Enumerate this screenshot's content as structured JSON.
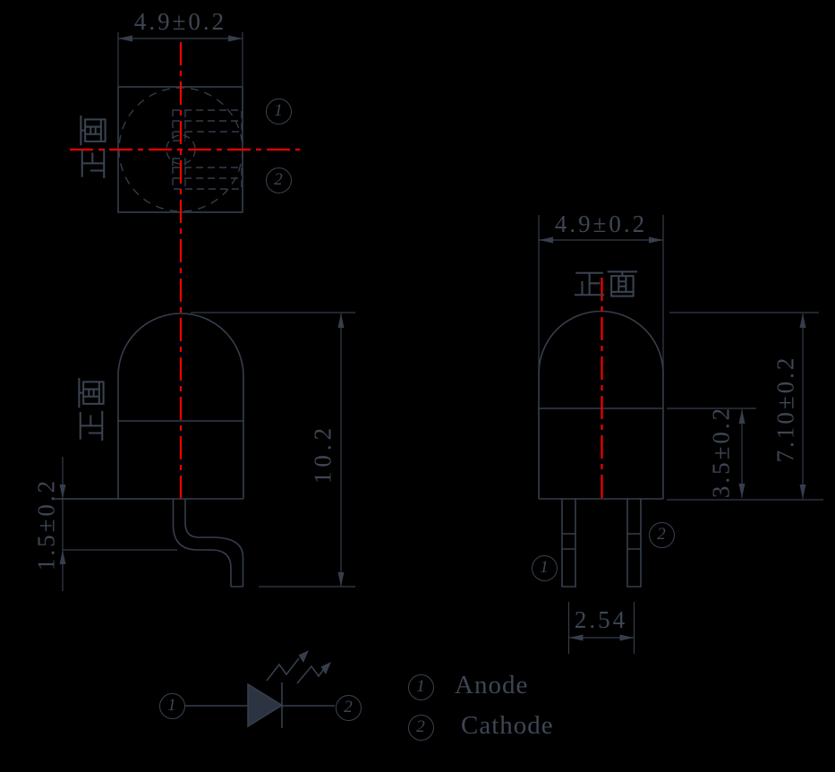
{
  "drawing": {
    "background": "#000000",
    "line_color": "#363e4c",
    "centerline_color": "#f30000",
    "front_face_label": "正面",
    "views": {
      "top_view": {
        "width_dim": "4.9±0.2",
        "pin1_callout": "1",
        "pin2_callout": "2",
        "face_label": "正面"
      },
      "side_view": {
        "height_dim": "10.2",
        "standoff_dim": "1.5±0.2",
        "face_label": "正面"
      },
      "front_view": {
        "width_dim": "4.9±0.2",
        "overall_height_dim": "7.10±0.2",
        "body_height_dim": "3.5±0.2",
        "lead_pitch_dim": "2.54",
        "pin1_callout": "1",
        "pin2_callout": "2",
        "face_label": "正面"
      },
      "schematic": {
        "pin1_callout": "1",
        "pin2_callout": "2"
      }
    },
    "legend": [
      {
        "num": "1",
        "label": "Anode"
      },
      {
        "num": "2",
        "label": "Cathode"
      }
    ]
  }
}
